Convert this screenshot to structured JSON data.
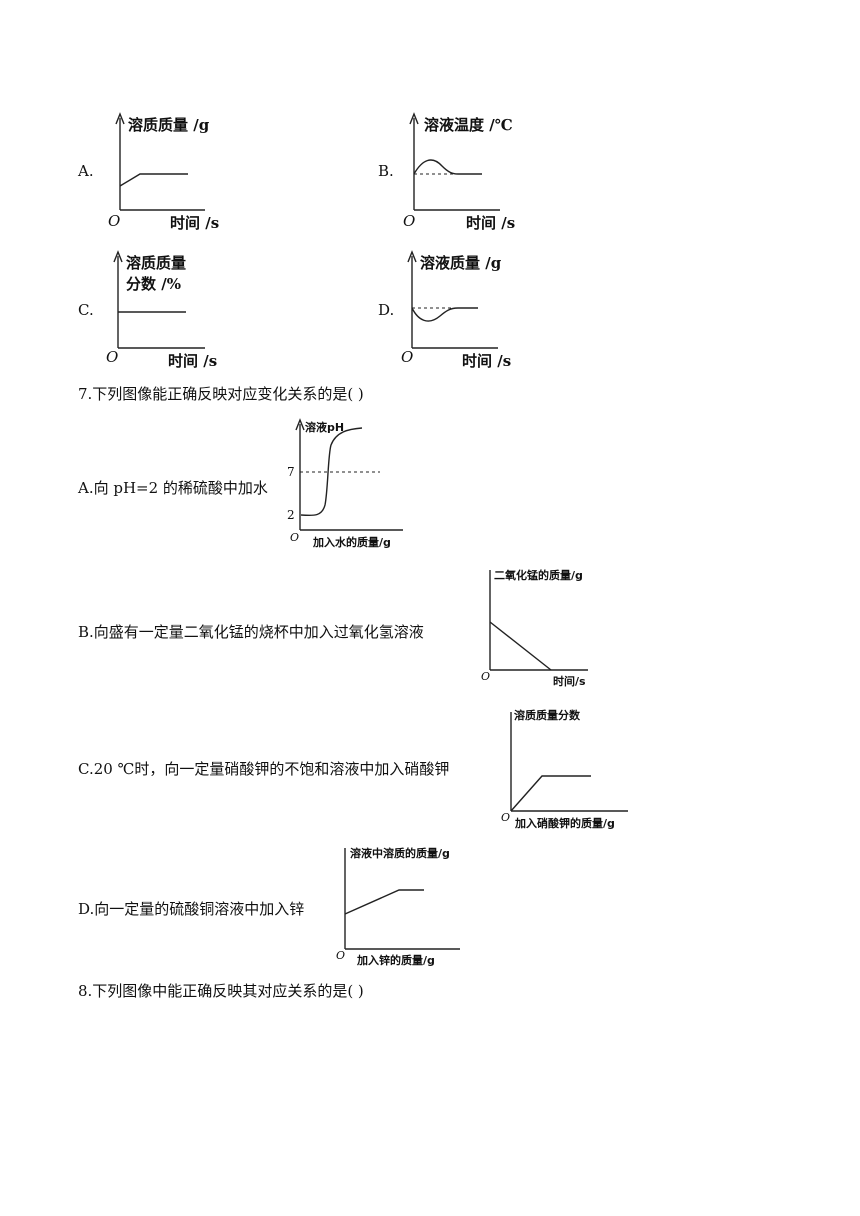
{
  "q6_options": {
    "a": {
      "letter": "A.",
      "y_label": "溶质质量 /g",
      "x_label": "时间 /s",
      "origin": "O"
    },
    "b": {
      "letter": "B.",
      "y_label": "溶液温度 /℃",
      "x_label": "时间 /s",
      "origin": "O"
    },
    "c": {
      "letter": "C.",
      "y_label_line1": "溶质质量",
      "y_label_line2": "分数 /%",
      "x_label": "时间 /s",
      "origin": "O"
    },
    "d": {
      "letter": "D.",
      "y_label": "溶液质量 /g",
      "x_label": "时间 /s",
      "origin": "O"
    }
  },
  "q7": {
    "stem": "7.下列图像能正确反映对应变化关系的是(   )",
    "a": {
      "text": "A.向 pH=2 的稀硫酸中加水",
      "y_label": "溶液pH",
      "x_label": "加入水的质量/g",
      "tick_7": "7",
      "tick_2": "2",
      "origin": "O"
    },
    "b": {
      "text": "B.向盛有一定量二氧化锰的烧杯中加入过氧化氢溶液",
      "y_label": "二氧化锰的质量/g",
      "x_label": "时间/s",
      "origin": "O"
    },
    "c": {
      "text": "C.20 ℃时，向一定量硝酸钾的不饱和溶液中加入硝酸钾",
      "y_label": "溶质质量分数",
      "x_label": "加入硝酸钾的质量/g",
      "origin": "O"
    },
    "d": {
      "text": "D.向一定量的硫酸铜溶液中加入锌",
      "y_label": "溶液中溶质的质量/g",
      "x_label": "加入锌的质量/g",
      "origin": "O"
    }
  },
  "q8": {
    "stem": "8.下列图像中能正确反映其对应关系的是(   )"
  }
}
